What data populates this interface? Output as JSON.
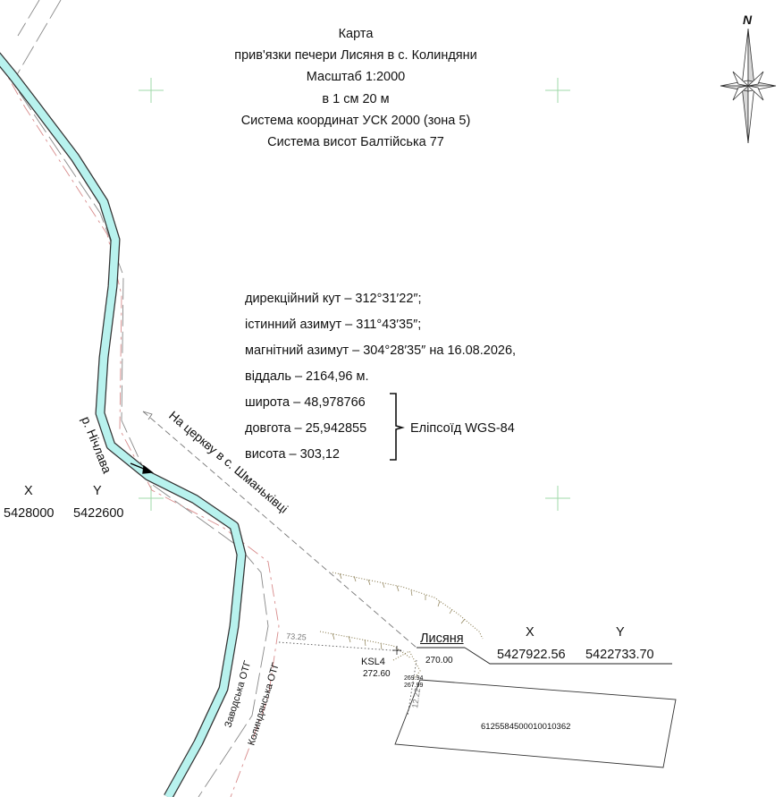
{
  "title": {
    "line1": "Карта",
    "line2": "прив'язки печери Лисяня в с. Колиндяни",
    "line3": "Масштаб 1:2000",
    "line4": "в 1 см 20 м",
    "line5": "Система координат УСК 2000 (зона 5)",
    "line6": "Система висот Балтійська 77"
  },
  "north_label": "N",
  "params": {
    "direction_angle": "дирекційний кут – 312°31′22″;",
    "true_azimuth": "істинний азимут – 311°43′35″;",
    "magnetic_azimuth": "магнітний азимут – 304°28′35″ на 16.08.2026,",
    "distance": "віддаль – 2164,96 м.",
    "latitude": "широта – 48,978766",
    "longitude": "довгота – 25,942855",
    "altitude": "висота – 303,12",
    "ellipsoid": "Еліпсоїд WGS-84"
  },
  "left_coords": {
    "x_header": "X",
    "y_header": "Y",
    "x_value": "5428000",
    "y_value": "5422600"
  },
  "cave": {
    "name": "Лисяня",
    "x_header": "X",
    "y_header": "Y",
    "x_value": "5427922.56",
    "y_value": "5422733.70",
    "elevation": "270.00"
  },
  "map_labels": {
    "river": "р. Нічлава",
    "road_to_church": "На церкву в с. Шманьківці",
    "zavodska": "Заводська ОТГ",
    "kolyndianska": "Колиндянська ОТГ",
    "station": "KSL4",
    "station_elev": "272.60",
    "spot_a": "269.94",
    "spot_b": "267.99",
    "dist_a": "73.25",
    "dist_b": "12.22",
    "parcel": "6125584500010010362"
  },
  "colors": {
    "river_fill": "#b8f2ee",
    "river_edge": "#333333",
    "crosshair": "#9fd8a8",
    "boundary_red": "#d88c8c"
  }
}
